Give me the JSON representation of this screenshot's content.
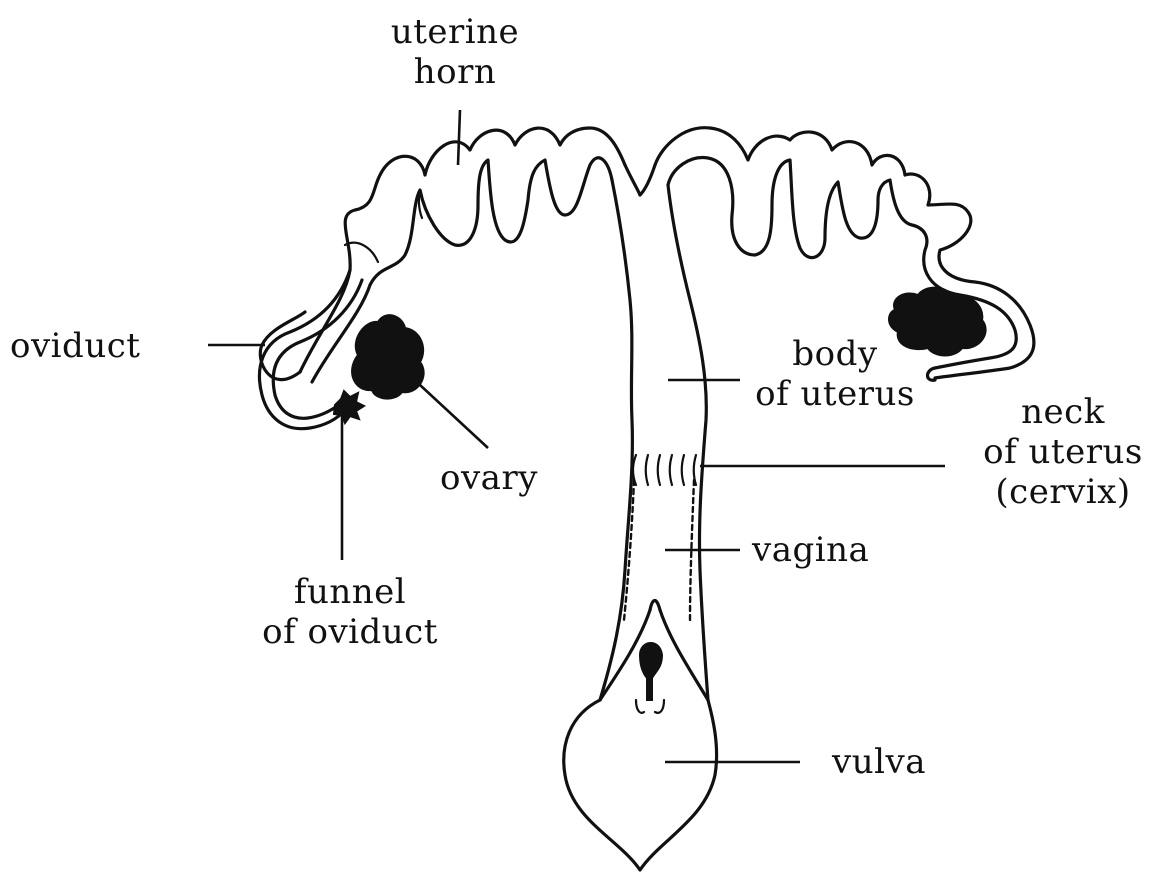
{
  "labels": {
    "uterine_horn": [
      "uterine",
      "horn"
    ],
    "oviduct": "oviduct",
    "ovary": "ovary",
    "funnel_of_oviduct": [
      "funnel",
      "of oviduct"
    ],
    "body_of_uterus": [
      "body",
      "of uterus"
    ],
    "neck_of_uterus": [
      "neck",
      "of uterus",
      "(cervix)"
    ],
    "vagina": "vagina",
    "vulva": "vulva"
  },
  "colors": {
    "ink": "#111111",
    "background": "#ffffff"
  }
}
